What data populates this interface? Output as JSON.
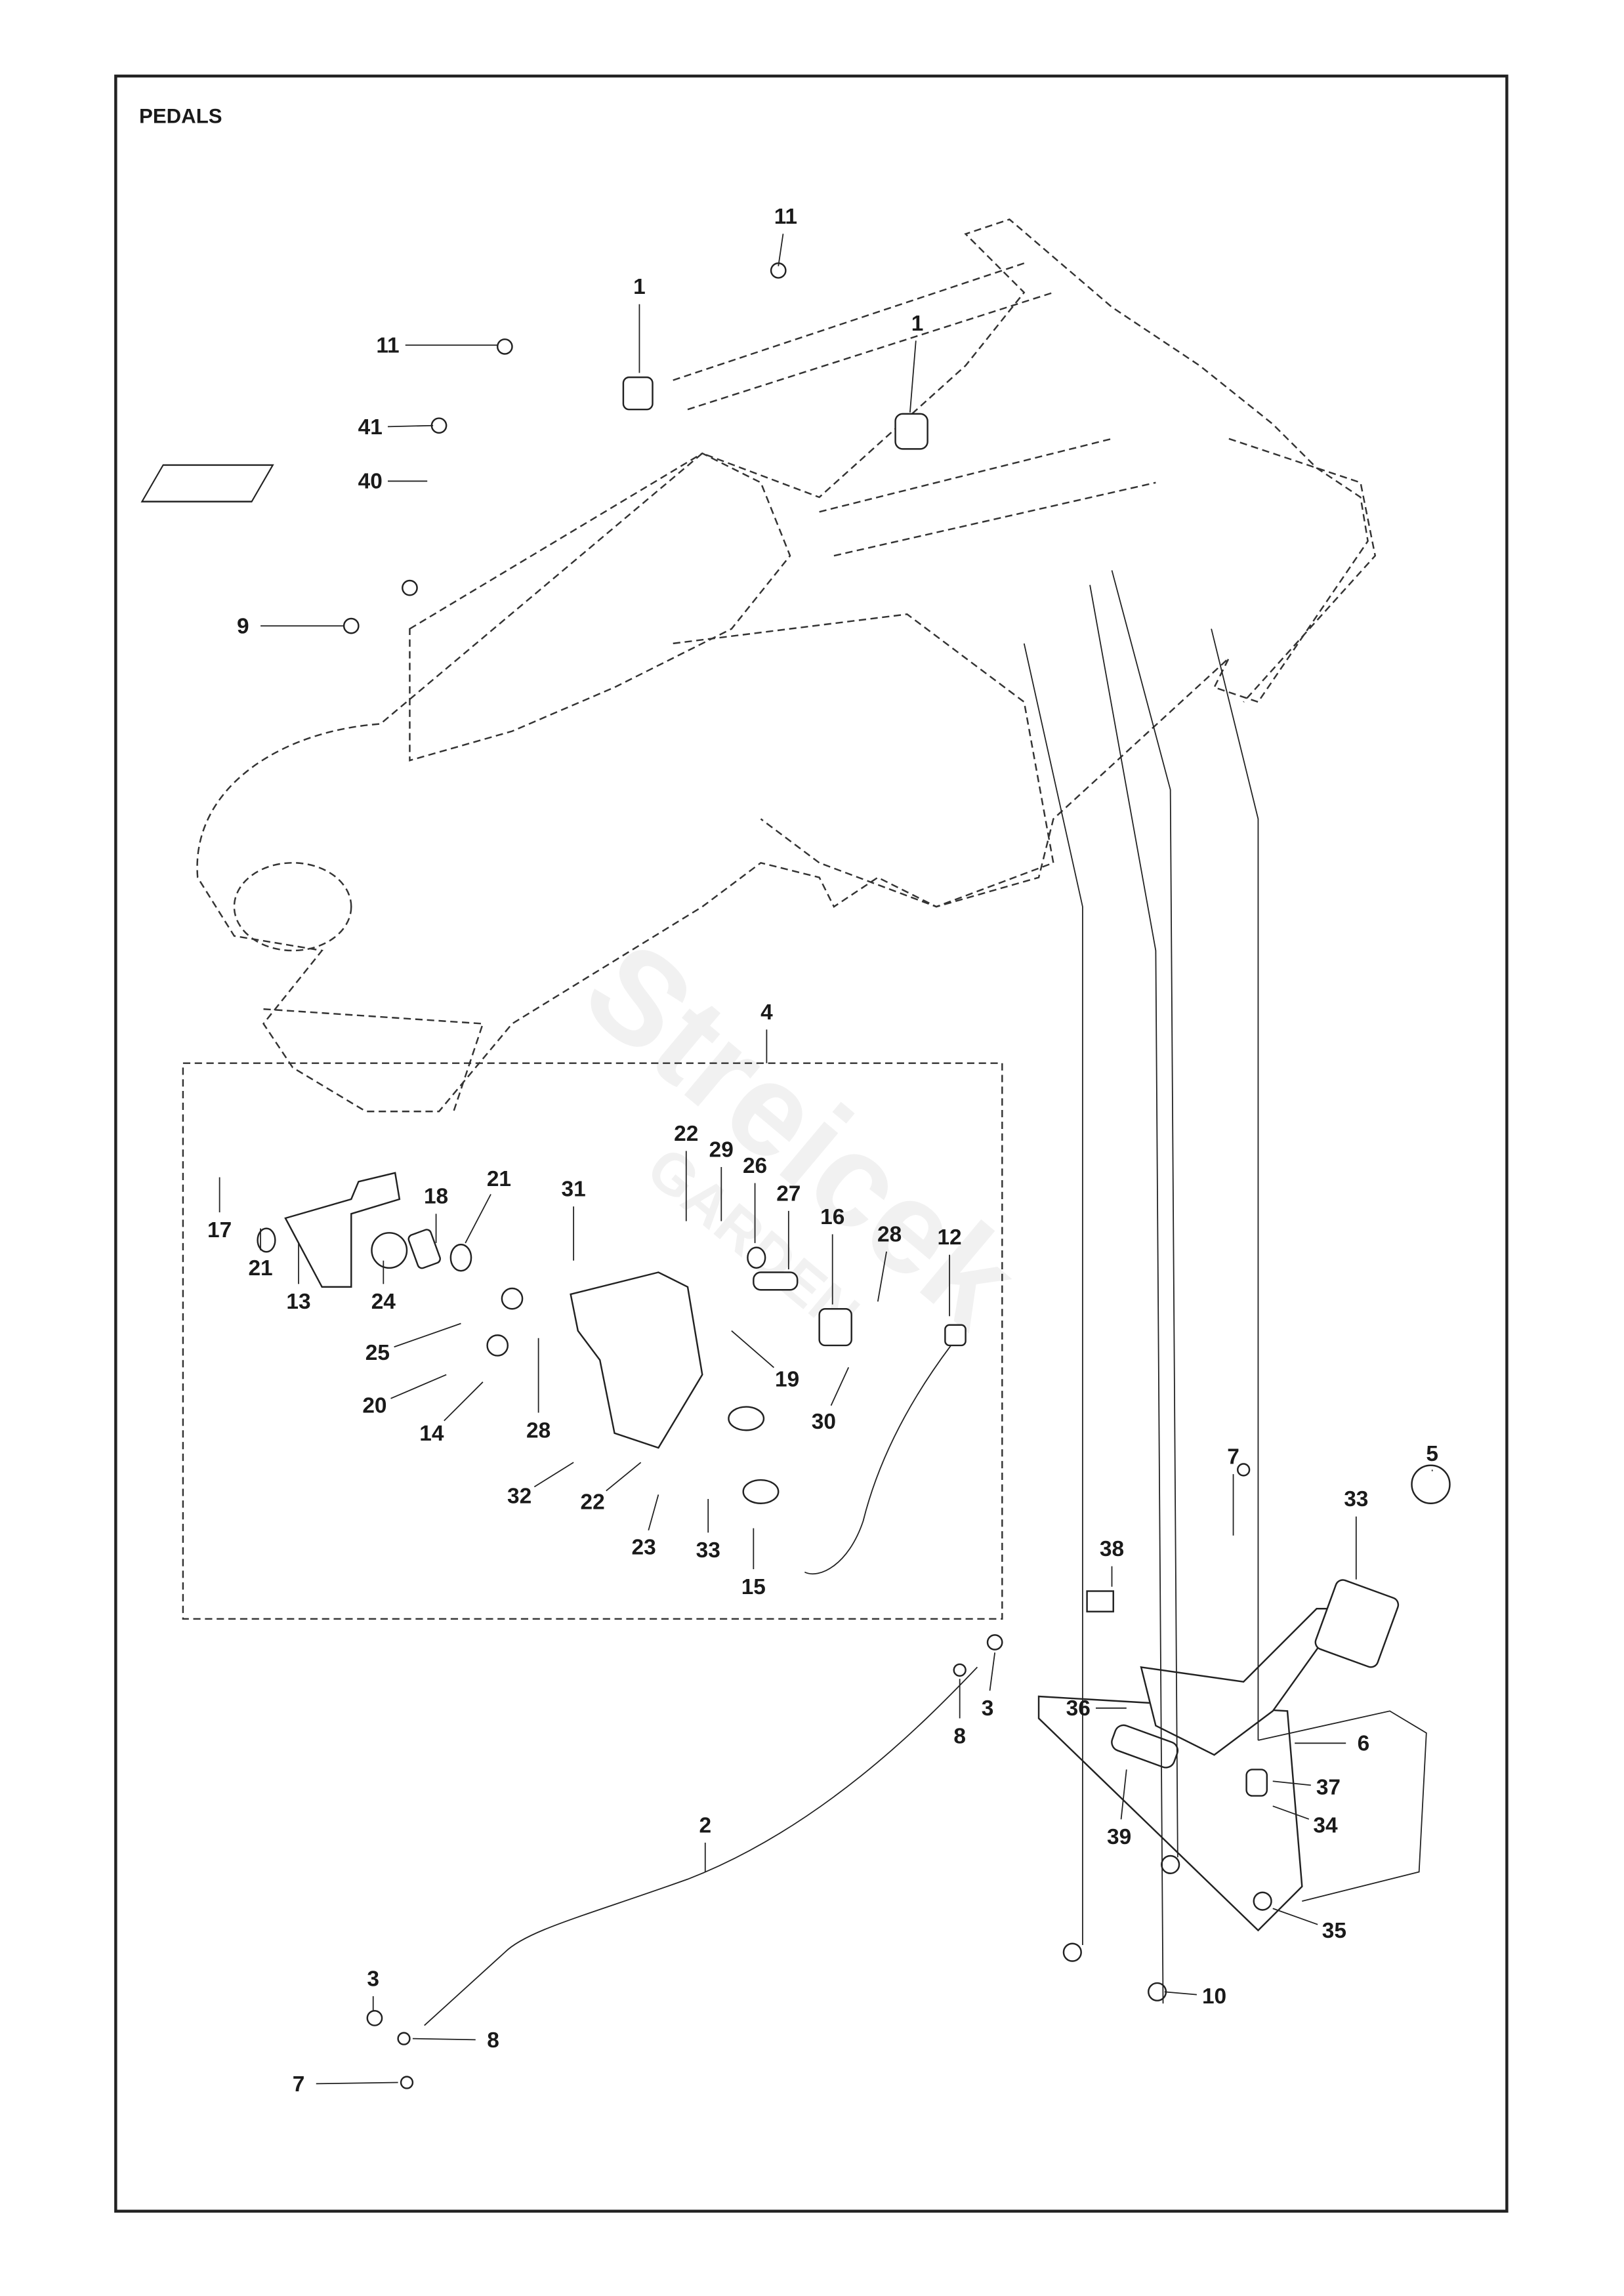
{
  "title": "PEDALS",
  "watermark": {
    "brand": "Streicek",
    "sub": "GARDEN"
  },
  "callouts": [
    "11",
    "11",
    "1",
    "1",
    "41",
    "40",
    "9",
    "4",
    "22",
    "29",
    "26",
    "27",
    "16",
    "28",
    "12",
    "17",
    "21",
    "13",
    "24",
    "18",
    "21",
    "31",
    "25",
    "20",
    "14",
    "28",
    "19",
    "30",
    "32",
    "22",
    "23",
    "33",
    "15",
    "7",
    "5",
    "33",
    "38",
    "3",
    "8",
    "36",
    "6",
    "37",
    "34",
    "39",
    "35",
    "2",
    "10",
    "3",
    "8",
    "7"
  ]
}
